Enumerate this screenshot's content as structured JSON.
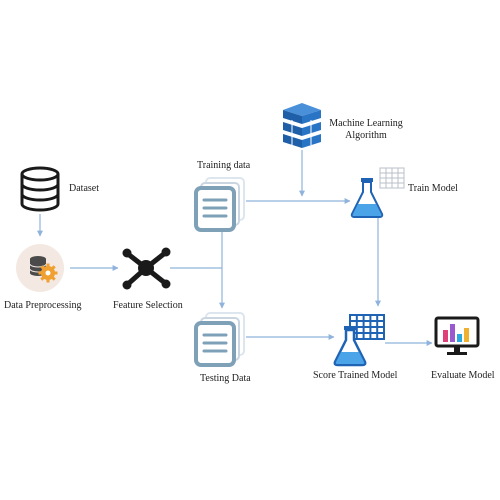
{
  "nodes": {
    "dataset": "Dataset",
    "preprocessing": "Data Preprocessing",
    "feature_selection": "Feature Selection",
    "training_data": "Training data",
    "testing_data": "Testing Data",
    "ml_algorithm_line1": "Machine Learning",
    "ml_algorithm_line2": "Algorithm",
    "train_model": "Train Model",
    "score_model": "Score Trained Model",
    "evaluate_model": "Evaluate Model"
  },
  "colors": {
    "arrow": "#8fb3dc",
    "blue_dark": "#1f63b5",
    "blue_light": "#4ba3e8",
    "doc_blue": "#7ea1b8",
    "icon_black": "#1a1a1a",
    "preproc_bg": "#f3e8e2",
    "gear_orange": "#f0a030"
  }
}
